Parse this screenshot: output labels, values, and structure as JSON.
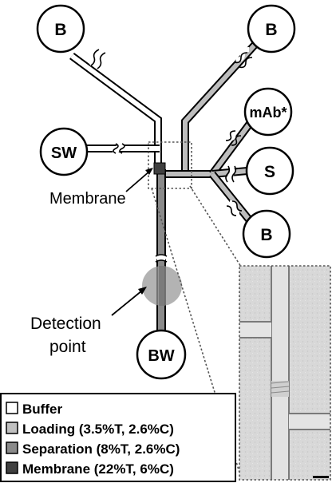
{
  "reservoirs": {
    "b_top_left": "B",
    "b_top_right": "B",
    "mab": "mAb*",
    "sw": "SW",
    "s": "S",
    "b_right_low": "B",
    "bw": "BW"
  },
  "annotations": {
    "membrane": "Membrane",
    "detection_line1": "Detection",
    "detection_line2": "point"
  },
  "legend": [
    {
      "label": "Buffer",
      "color": "#ffffff"
    },
    {
      "label": "Loading (3.5%T, 2.6%C)",
      "color": "#c0c0c0"
    },
    {
      "label": "Separation (8%T, 2.6%C)",
      "color": "#8a8a8a"
    },
    {
      "label": "Membrane (22%T, 6%C)",
      "color": "#404040"
    }
  ]
}
